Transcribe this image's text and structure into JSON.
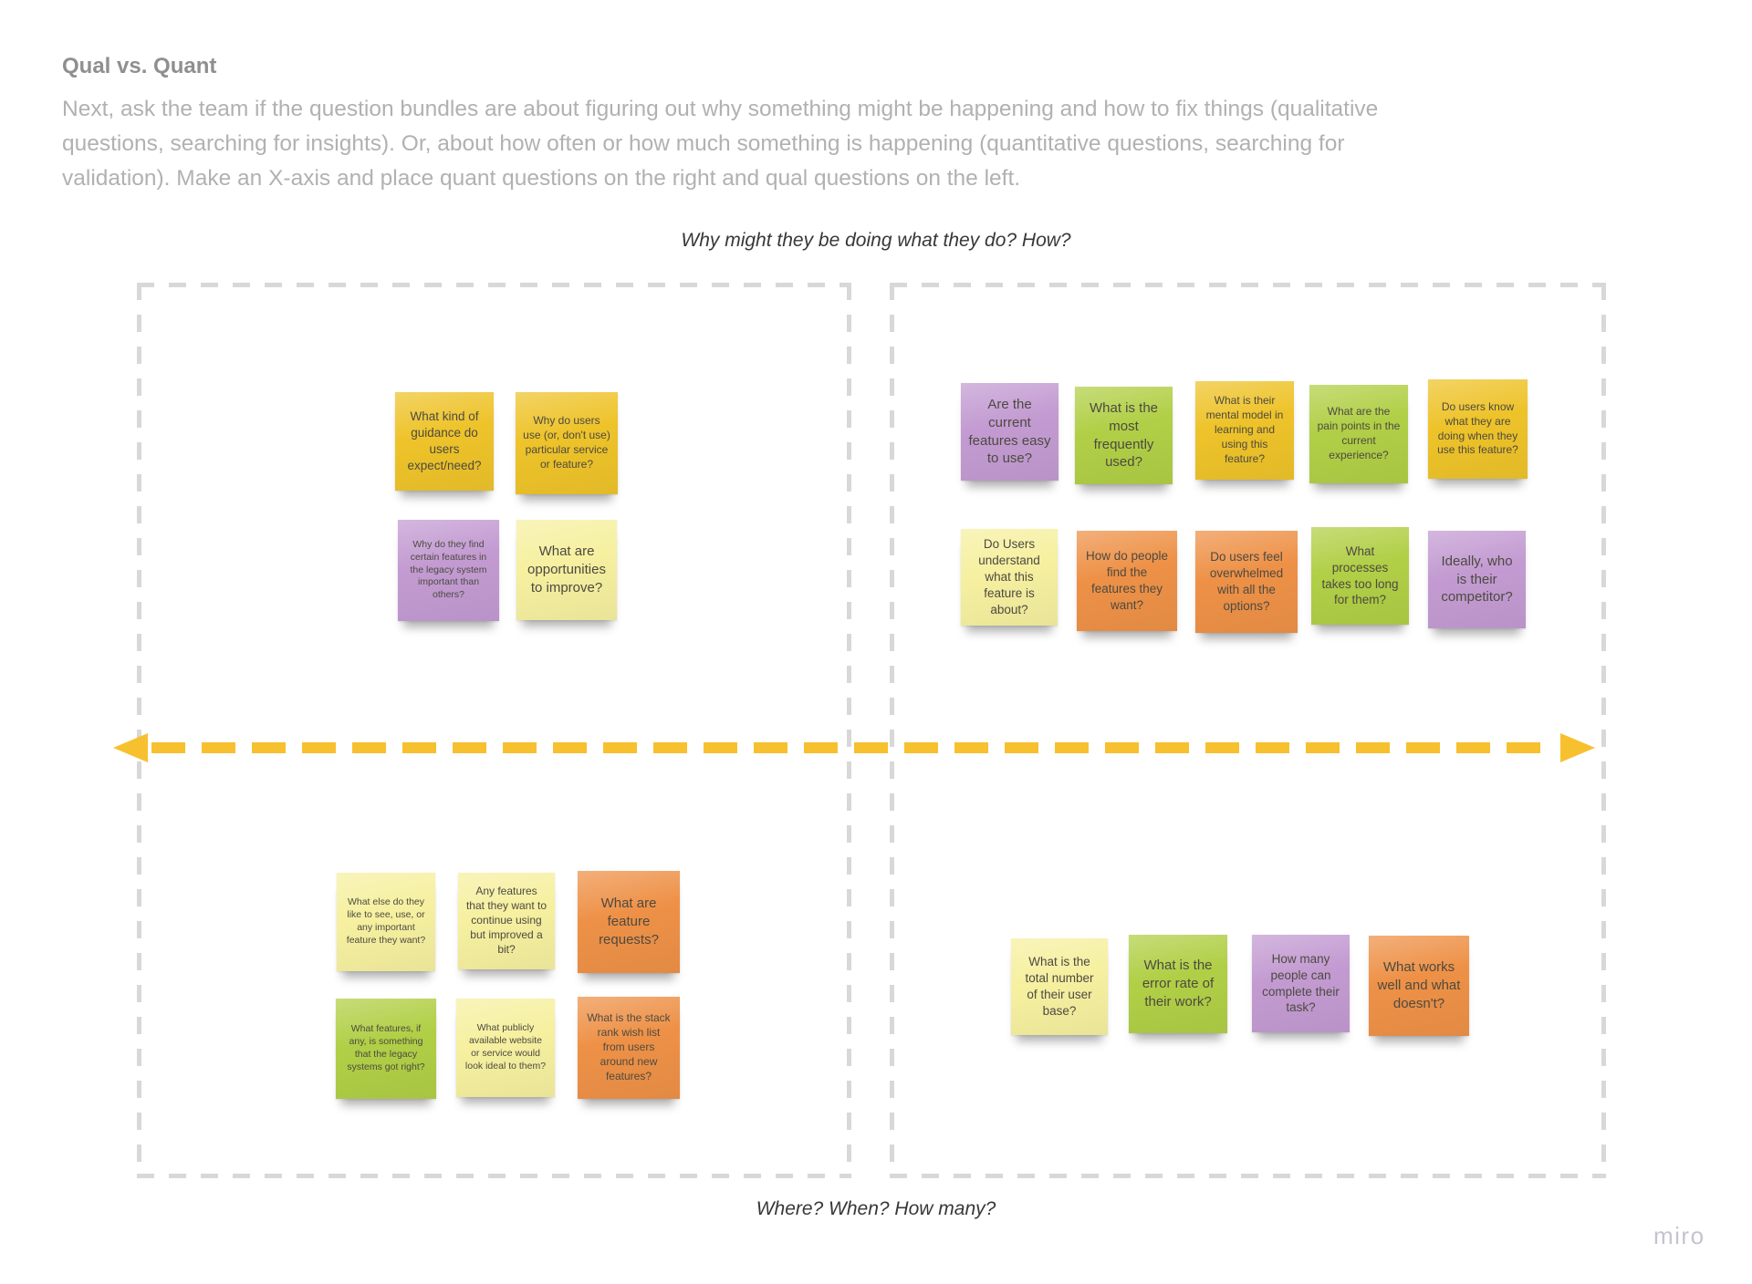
{
  "header": {
    "title": "Qual vs. Quant",
    "description_lines": [
      "Next, ask the team if the question bundles are about figuring out why something might be happening and how to fix things (qualitative",
      "questions, searching for insights). Or, about how often or how much something is happening (quantitative questions, searching for",
      "validation). Make an X-axis and place quant questions on the right and qual questions on the left."
    ]
  },
  "axis": {
    "top_label": "Why might they be doing what they do? How?",
    "bottom_label": "Where? When? How many?",
    "arrow_color": "#f7c02f"
  },
  "colors": {
    "gold": "#eec32a",
    "pale_yellow": "#f6f0a0",
    "purple": "#c39bd2",
    "green": "#b1cf46",
    "orange": "#ee9147"
  },
  "quadrants": {
    "top_left": {
      "notes": [
        {
          "text": "What kind of guidance do users expect/need?",
          "color": "gold"
        },
        {
          "text": "Why do users use (or, don't use) particular service or feature?",
          "color": "gold"
        },
        {
          "text": "Why do they find certain features in the legacy system important than others?",
          "color": "purple"
        },
        {
          "text": "What are opportunities to improve?",
          "color": "pale_yellow"
        }
      ]
    },
    "top_right": {
      "notes": [
        {
          "text": "Are the current features easy to use?",
          "color": "purple"
        },
        {
          "text": "What is the most frequently used?",
          "color": "green"
        },
        {
          "text": "What is their mental model in learning and using this feature?",
          "color": "gold"
        },
        {
          "text": "What are the pain points in the current experience?",
          "color": "green"
        },
        {
          "text": "Do users know what they are doing when they use this feature?",
          "color": "gold"
        },
        {
          "text": "Do Users understand what this feature is about?",
          "color": "pale_yellow"
        },
        {
          "text": "How do people find the features they want?",
          "color": "orange"
        },
        {
          "text": "Do users feel overwhelmed with all the options?",
          "color": "orange"
        },
        {
          "text": "What processes takes too long for them?",
          "color": "green"
        },
        {
          "text": "Ideally, who is their competitor?",
          "color": "purple"
        }
      ]
    },
    "bottom_left": {
      "notes": [
        {
          "text": "What else do they like to see, use, or any important feature they want?",
          "color": "pale_yellow"
        },
        {
          "text": "Any features that they want to continue using but improved a bit?",
          "color": "pale_yellow"
        },
        {
          "text": "What are feature requests?",
          "color": "orange"
        },
        {
          "text": "What features, if any, is something that the legacy systems got right?",
          "color": "green"
        },
        {
          "text": "What publicly available website or service would look ideal to them?",
          "color": "pale_yellow"
        },
        {
          "text": "What is the stack rank wish list from users around new features?",
          "color": "orange"
        }
      ]
    },
    "bottom_right": {
      "notes": [
        {
          "text": "What is the total number of their user base?",
          "color": "pale_yellow"
        },
        {
          "text": "What is the error rate of their work?",
          "color": "green"
        },
        {
          "text": "How many people can complete their task?",
          "color": "purple"
        },
        {
          "text": "What works well and what doesn't?",
          "color": "orange"
        }
      ]
    }
  },
  "watermark": "miro"
}
